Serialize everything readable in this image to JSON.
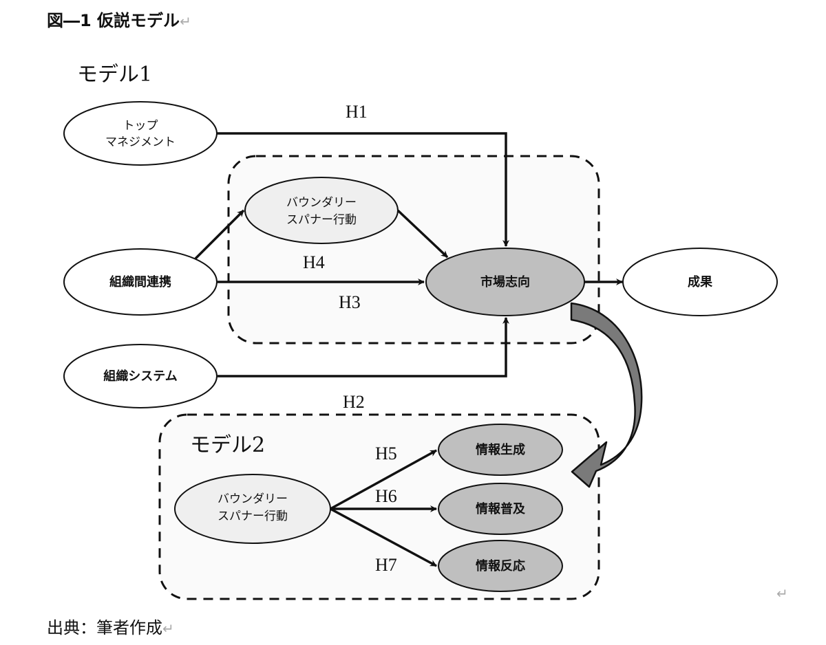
{
  "figure": {
    "title": "図―1 仮説モデル",
    "paragraph_mark": "↵",
    "source": "出典：筆者作成",
    "end_mark": "↵"
  },
  "model1": {
    "label": "モデル1",
    "nodes": {
      "top_management": [
        "トップ",
        "マネジメント"
      ],
      "inter_org_collab": [
        "組織間連携"
      ],
      "org_system": [
        "組織システム"
      ],
      "boundary_spanner": [
        "バウンダリー",
        "スパナー行動"
      ],
      "market_orientation": [
        "市場志向"
      ],
      "performance": [
        "成果"
      ]
    },
    "hypotheses": {
      "h1": "H1",
      "h2": "H2",
      "h3": "H3",
      "h4": "H4"
    }
  },
  "model2": {
    "label": "モデル2",
    "nodes": {
      "boundary_spanner": [
        "バウンダリー",
        "スパナー行動"
      ],
      "info_generation": [
        "情報生成"
      ],
      "info_dissemination": [
        "情報普及"
      ],
      "info_response": [
        "情報反応"
      ]
    },
    "hypotheses": {
      "h5": "H5",
      "h6": "H6",
      "h7": "H7"
    }
  },
  "colors": {
    "line": "#111111",
    "node_white": "#ffffff",
    "node_light": "#efefef",
    "node_gray": "#bfbfbf",
    "group_fill": "#fafafa",
    "curved_arrow": "#7a7a7a"
  }
}
